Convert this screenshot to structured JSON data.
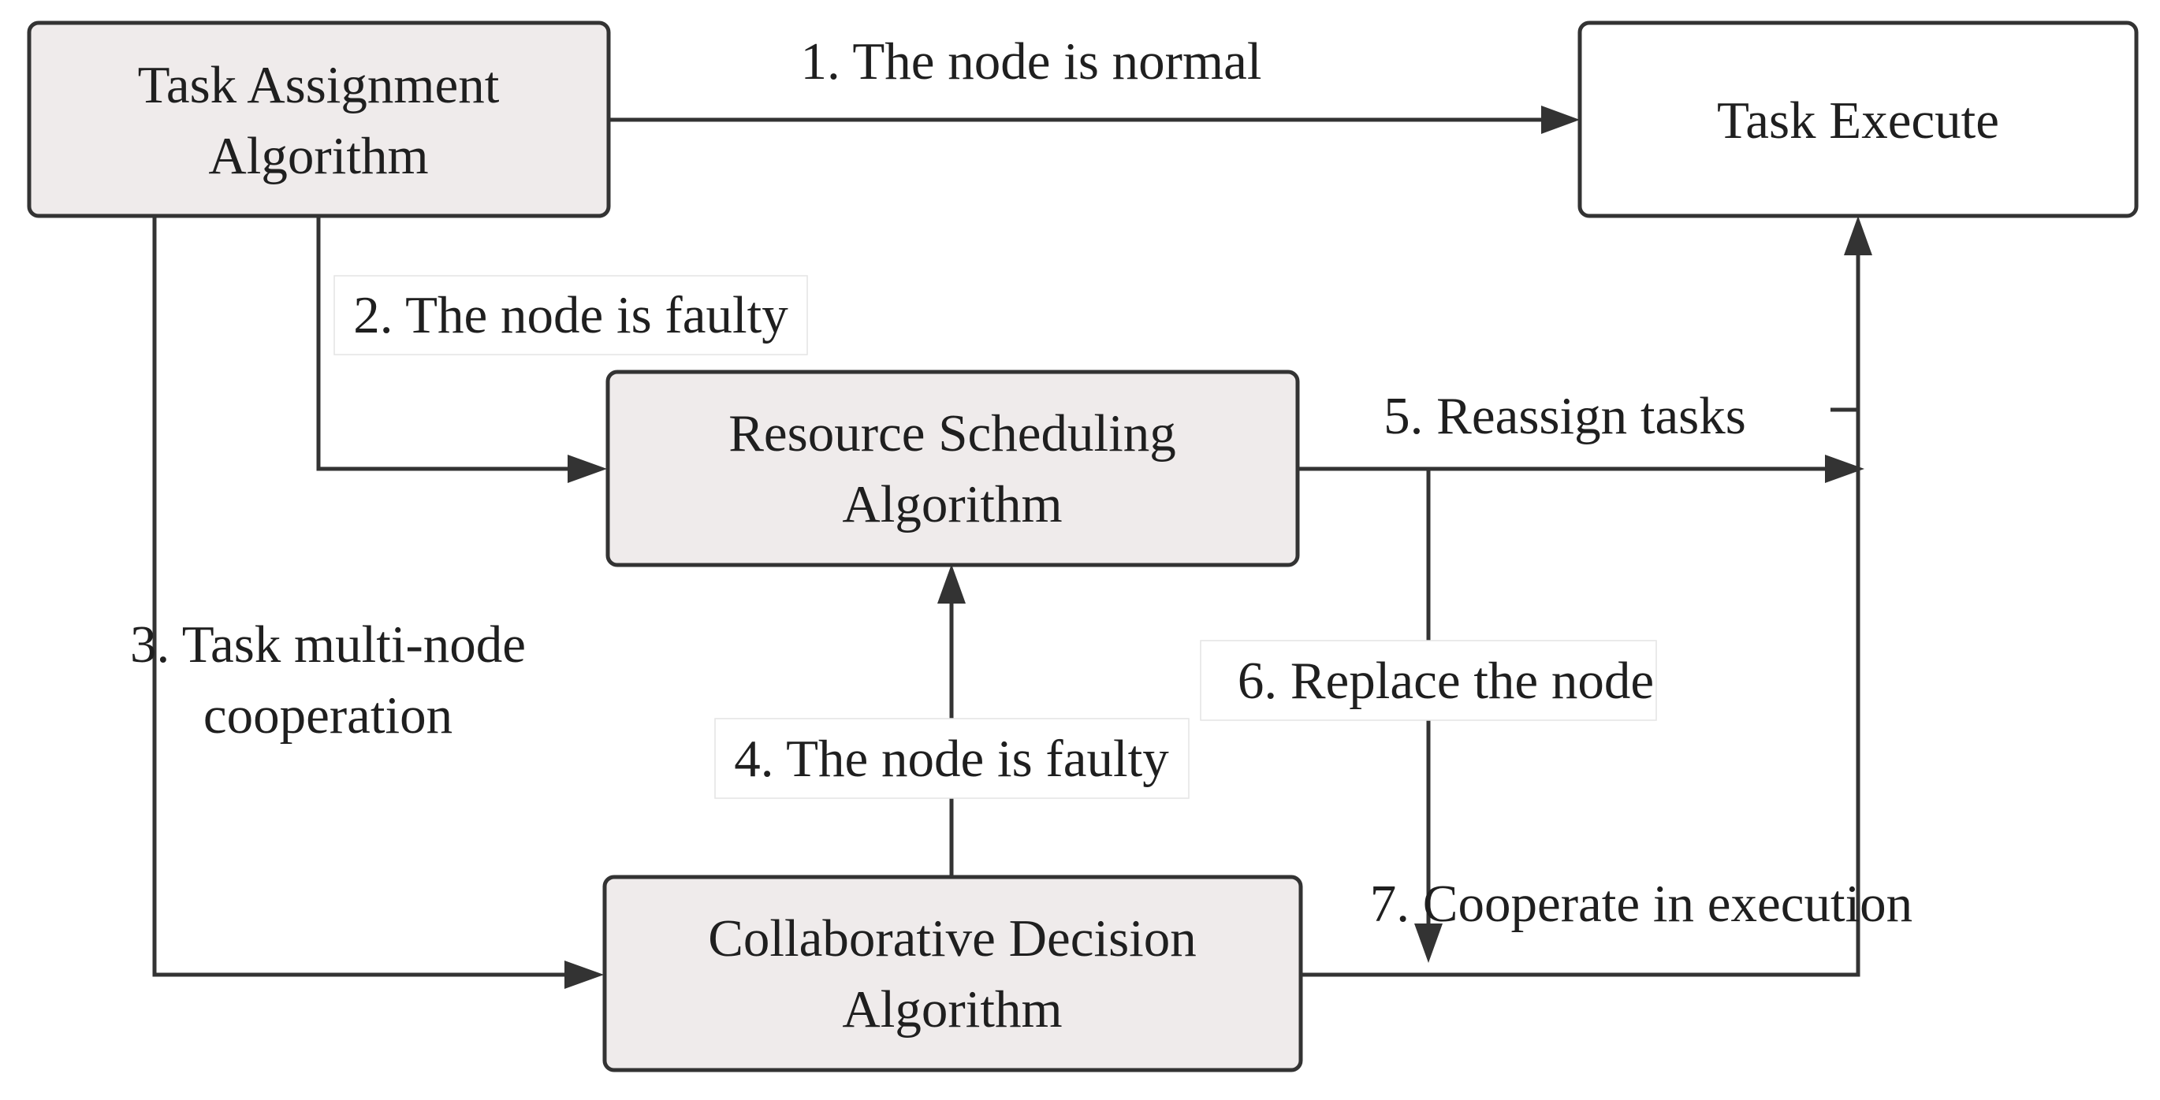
{
  "colors": {
    "algorithm_fill": "#efebeb",
    "execute_fill": "#ffffff",
    "stroke": "#333333",
    "text": "#1f1f1f"
  },
  "nodes": {
    "task_assignment": {
      "lines": [
        "Task Assignment",
        "Algorithm"
      ]
    },
    "task_execute": {
      "lines": [
        "Task Execute"
      ]
    },
    "resource_scheduling": {
      "lines": [
        "Resource Scheduling",
        "Algorithm"
      ]
    },
    "collaborative_decision": {
      "lines": [
        "Collaborative Decision",
        "Algorithm"
      ]
    }
  },
  "edges": {
    "e1": {
      "label": [
        "1. The node is normal"
      ]
    },
    "e2": {
      "label": [
        "2. The node is faulty"
      ]
    },
    "e3": {
      "label": [
        "3. Task multi-node",
        "cooperation"
      ]
    },
    "e4": {
      "label": [
        "4. The node is faulty"
      ]
    },
    "e5": {
      "label": [
        "5. Reassign tasks"
      ]
    },
    "e6": {
      "label": [
        "6. Replace the node"
      ]
    },
    "e7": {
      "label": [
        "7. Cooperate in execution"
      ]
    }
  }
}
